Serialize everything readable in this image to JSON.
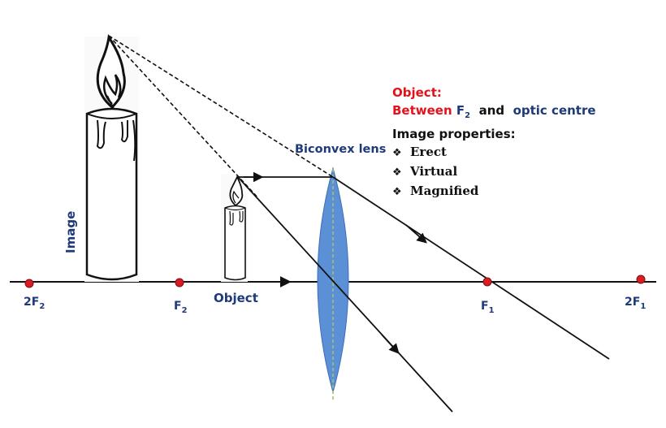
{
  "labels": {
    "image": "Image",
    "object": "Object",
    "lens": "Biconvex lens"
  },
  "points": {
    "two_f2": {
      "main": "2F",
      "sub": "2"
    },
    "f2": {
      "main": "F",
      "sub": "2"
    },
    "f1": {
      "main": "F",
      "sub": "1"
    },
    "two_f1": {
      "main": "2F",
      "sub": "1"
    }
  },
  "info": {
    "object_heading": "Object:",
    "position_prefix": "Between",
    "position_f": "F",
    "position_sub": "2",
    "position_and": "and",
    "position_centre": "optic centre",
    "properties_heading": "Image properties:",
    "properties": [
      "Erect",
      "Virtual",
      "Magnified"
    ],
    "bullet_symbol": "❖"
  },
  "colors": {
    "axis": "#111111",
    "point": "#d81e24",
    "lens_fill": "#5b8fd6",
    "lens_stroke": "#3d6fb8",
    "label_navy": "#1f3a78",
    "heading_red": "#e3121b"
  }
}
